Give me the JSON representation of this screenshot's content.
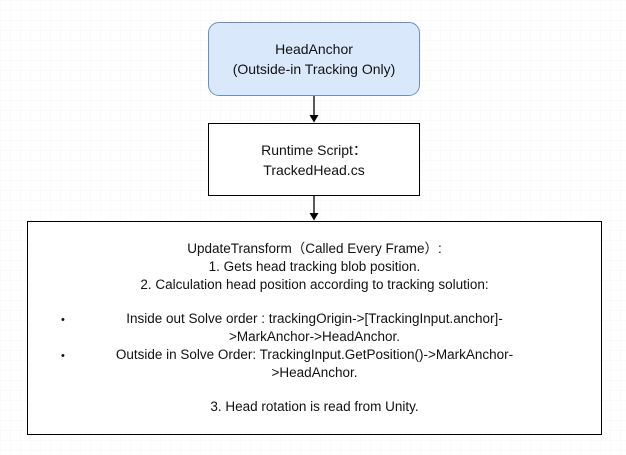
{
  "nodes": {
    "head_anchor": {
      "line1": "HeadAnchor",
      "line2": "(Outside-in Tracking Only)"
    },
    "runtime_script": {
      "line1": "Runtime Script：",
      "line2": "TrackedHead.cs"
    },
    "update_transform": {
      "title": "UpdateTransform（Called Every Frame）:",
      "step1": "1. Gets head tracking blob position.",
      "step2": "2. Calculation head position according to tracking solution:",
      "bullets": [
        {
          "symbol": "•",
          "line1": "Inside out Solve order : trackingOrigin->[TrackingInput.anchor]-",
          "line2": ">MarkAnchor->HeadAnchor."
        },
        {
          "symbol": "•",
          "line1": "Outside in Solve Order: TrackingInput.GetPosition()->MarkAnchor-",
          "line2": ">HeadAnchor."
        }
      ],
      "step3": "3. Head rotation is read from Unity."
    }
  },
  "colors": {
    "head_anchor_fill": "#dae8fc",
    "head_anchor_stroke": "#6c8ebf",
    "box_stroke": "#000000",
    "grid": "#e6e6e6"
  },
  "arrows": [
    {
      "from": "head_anchor",
      "to": "runtime_script"
    },
    {
      "from": "runtime_script",
      "to": "update_transform"
    }
  ]
}
